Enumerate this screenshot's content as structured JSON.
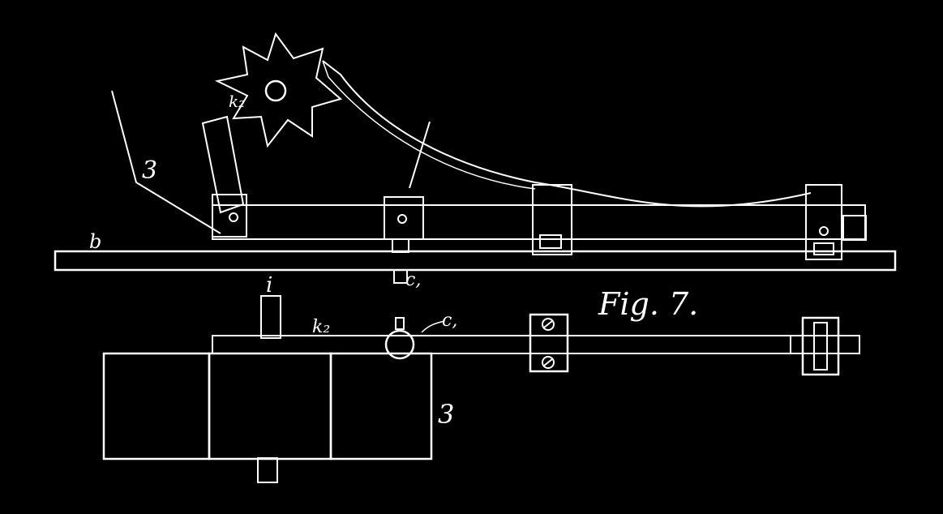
{
  "figure": {
    "caption": "Fig. 7.",
    "background_color": "#000000",
    "ink_color": "#ffffff"
  },
  "labels": {
    "upper_belt_ref": "3",
    "lower_belt_ref": "3",
    "base_board_ref": "b",
    "wheel_ref": "k₂",
    "lower_wheel_ref": "k₂",
    "bolt_ref_upper": "c,",
    "bolt_ref_lower": "c,",
    "post_ref": "i"
  }
}
